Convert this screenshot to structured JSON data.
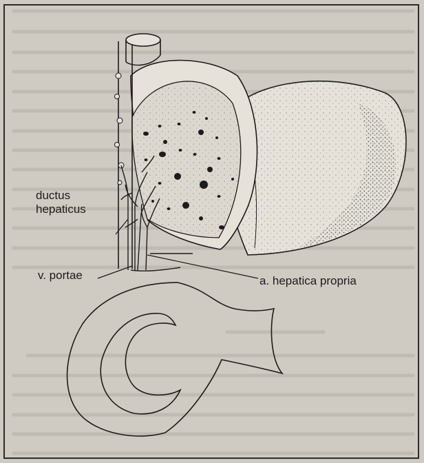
{
  "figure": {
    "labels": {
      "ductus_hepaticus_line1": "ductus",
      "ductus_hepaticus_line2": "hepaticus",
      "vena_portae": "v. portae",
      "arteria_hepatica": "a. hepatica propria"
    }
  },
  "colors": {
    "paper": "#cfcbc3",
    "ink": "#1c1c1c",
    "organ_fill": "#e6e2da",
    "cut_surface": "#ddd8cf"
  }
}
